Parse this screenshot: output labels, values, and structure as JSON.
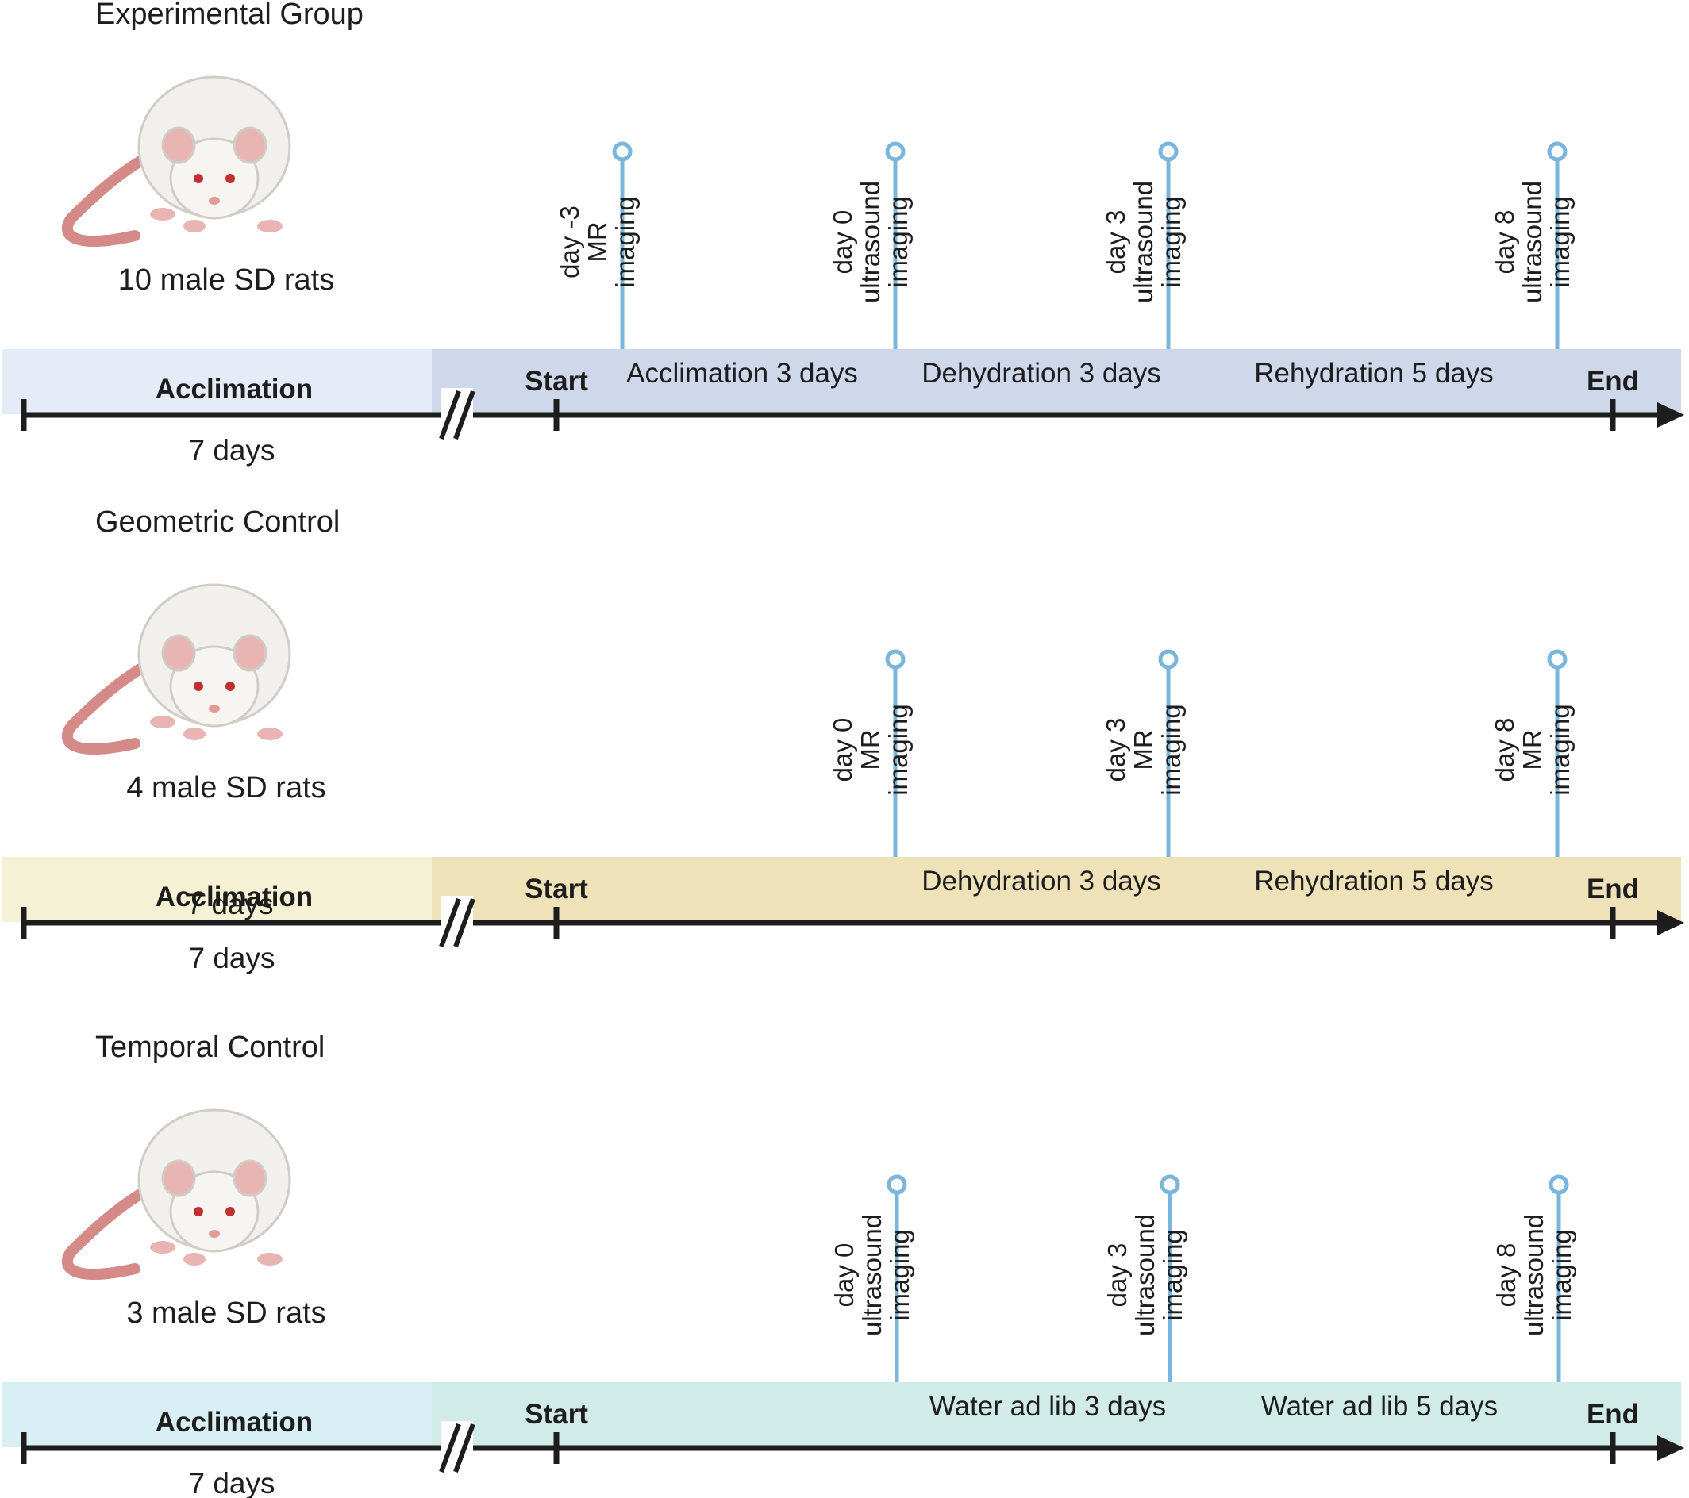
{
  "groups": [
    {
      "title": "Experimental Group",
      "subjects": "10 male SD rats",
      "bar_color_left": "#e6ebf8",
      "bar_color_right": "#cfd7ea",
      "acclimation_label": "Acclimation",
      "acclimation_days": "7 days",
      "overlap_days": "",
      "start_label": "Start",
      "end_label": "End",
      "phases": [
        "Acclimation 3 days",
        "Dehydration 3 days",
        "Rehydration 5 days"
      ],
      "events": [
        {
          "lines": [
            "day -3",
            "MR",
            "imaging"
          ]
        },
        {
          "lines": [
            "day 0",
            "ultrasound",
            "imaging"
          ]
        },
        {
          "lines": [
            "day 3",
            "ultrasound",
            "imaging"
          ]
        },
        {
          "lines": [
            "day 8",
            "ultrasound",
            "imaging"
          ]
        }
      ]
    },
    {
      "title": "Geometric Control",
      "subjects": "4 male SD rats",
      "bar_color_left": "#f4f1d4",
      "bar_color_right": "#f0e2b8",
      "acclimation_label": "Acclimation",
      "acclimation_days": "7 days",
      "overlap_days": "7 days",
      "start_label": "Start",
      "end_label": "End",
      "phases": [
        "Dehydration 3 days",
        "Rehydration 5 days"
      ],
      "events": [
        {
          "lines": [
            "day 0",
            "MR",
            "imaging"
          ]
        },
        {
          "lines": [
            "day 3",
            "MR",
            "imaging"
          ]
        },
        {
          "lines": [
            "day 8",
            "MR",
            "imaging"
          ]
        }
      ]
    },
    {
      "title": "Temporal Control",
      "subjects": "3 male SD rats",
      "bar_color_left": "#d9eff6",
      "bar_color_right": "#d1ece8",
      "acclimation_label": "Acclimation",
      "acclimation_days": "7 days",
      "overlap_days": "",
      "start_label": "Start",
      "end_label": "End",
      "phases": [
        "Water ad lib 3 days",
        "Water ad lib 5 days"
      ],
      "events": [
        {
          "lines": [
            "day 0",
            "ultrasound",
            "imaging"
          ]
        },
        {
          "lines": [
            "day 3",
            "ultrasound",
            "imaging"
          ]
        },
        {
          "lines": [
            "day 8",
            "ultrasound",
            "imaging"
          ]
        }
      ]
    }
  ],
  "colors": {
    "marker": "#7ab5dc",
    "axis": "#1d1d1d"
  },
  "icons": {
    "subject": "rat-icon"
  }
}
